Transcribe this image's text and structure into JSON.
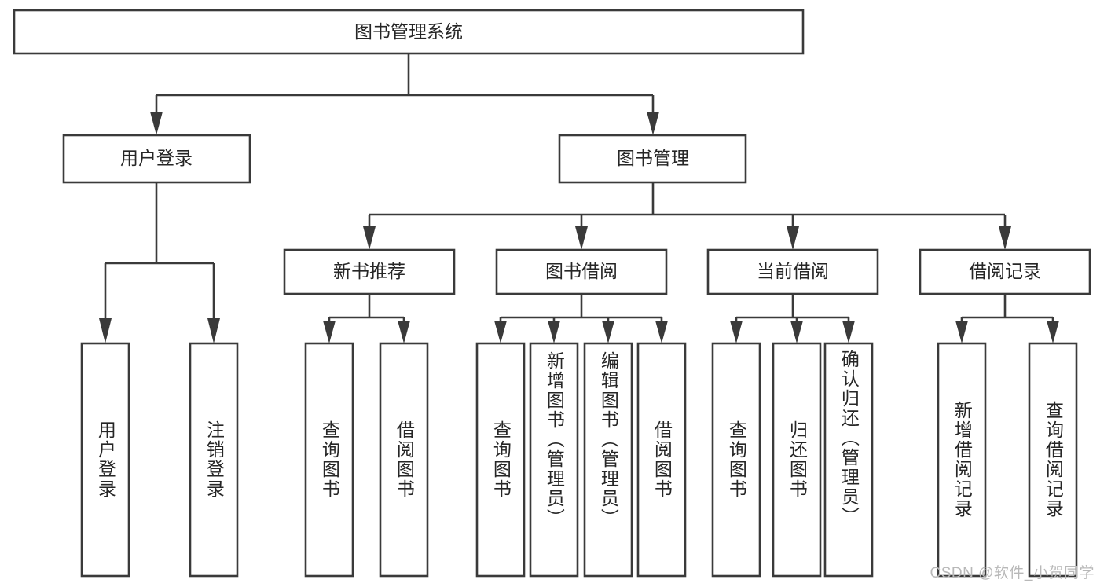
{
  "diagram": {
    "title_node": {
      "label": "图书管理系统"
    },
    "level2": [
      {
        "id": "user-login",
        "label": "用户登录"
      },
      {
        "id": "book-management",
        "label": "图书管理"
      }
    ],
    "level3": [
      {
        "id": "new-book-recommend",
        "label": "新书推荐"
      },
      {
        "id": "book-borrow",
        "label": "图书借阅"
      },
      {
        "id": "current-borrow",
        "label": "当前借阅"
      },
      {
        "id": "borrow-record",
        "label": "借阅记录"
      }
    ],
    "leaves": [
      {
        "id": "leaf-user-login",
        "label": "用户登录",
        "parent": "user-login"
      },
      {
        "id": "leaf-logout",
        "label": "注销登录",
        "parent": "user-login"
      },
      {
        "id": "leaf-query-book-1",
        "label": "查询图书",
        "parent": "new-book-recommend"
      },
      {
        "id": "leaf-borrow-book-1",
        "label": "借阅图书",
        "parent": "new-book-recommend"
      },
      {
        "id": "leaf-query-book-2",
        "label": "查询图书",
        "parent": "book-borrow"
      },
      {
        "id": "leaf-add-book",
        "label": "新增图书（管理员）",
        "parent": "book-borrow"
      },
      {
        "id": "leaf-edit-book",
        "label": "编辑图书（管理员）",
        "parent": "book-borrow"
      },
      {
        "id": "leaf-borrow-book-2",
        "label": "借阅图书",
        "parent": "book-borrow"
      },
      {
        "id": "leaf-query-book-3",
        "label": "查询图书",
        "parent": "current-borrow"
      },
      {
        "id": "leaf-return-book",
        "label": "归还图书",
        "parent": "current-borrow"
      },
      {
        "id": "leaf-confirm-return",
        "label": "确认归还（管理员）",
        "parent": "current-borrow"
      },
      {
        "id": "leaf-add-record",
        "label": "新增借阅记录",
        "parent": "borrow-record"
      },
      {
        "id": "leaf-query-record",
        "label": "查询借阅记录",
        "parent": "borrow-record"
      }
    ],
    "watermark": "CSDN @软件_小贺同学",
    "colors": {
      "stroke": "#3a3a3a",
      "text": "#262626",
      "background": "#ffffff",
      "watermark": "#b8b8b8"
    }
  }
}
